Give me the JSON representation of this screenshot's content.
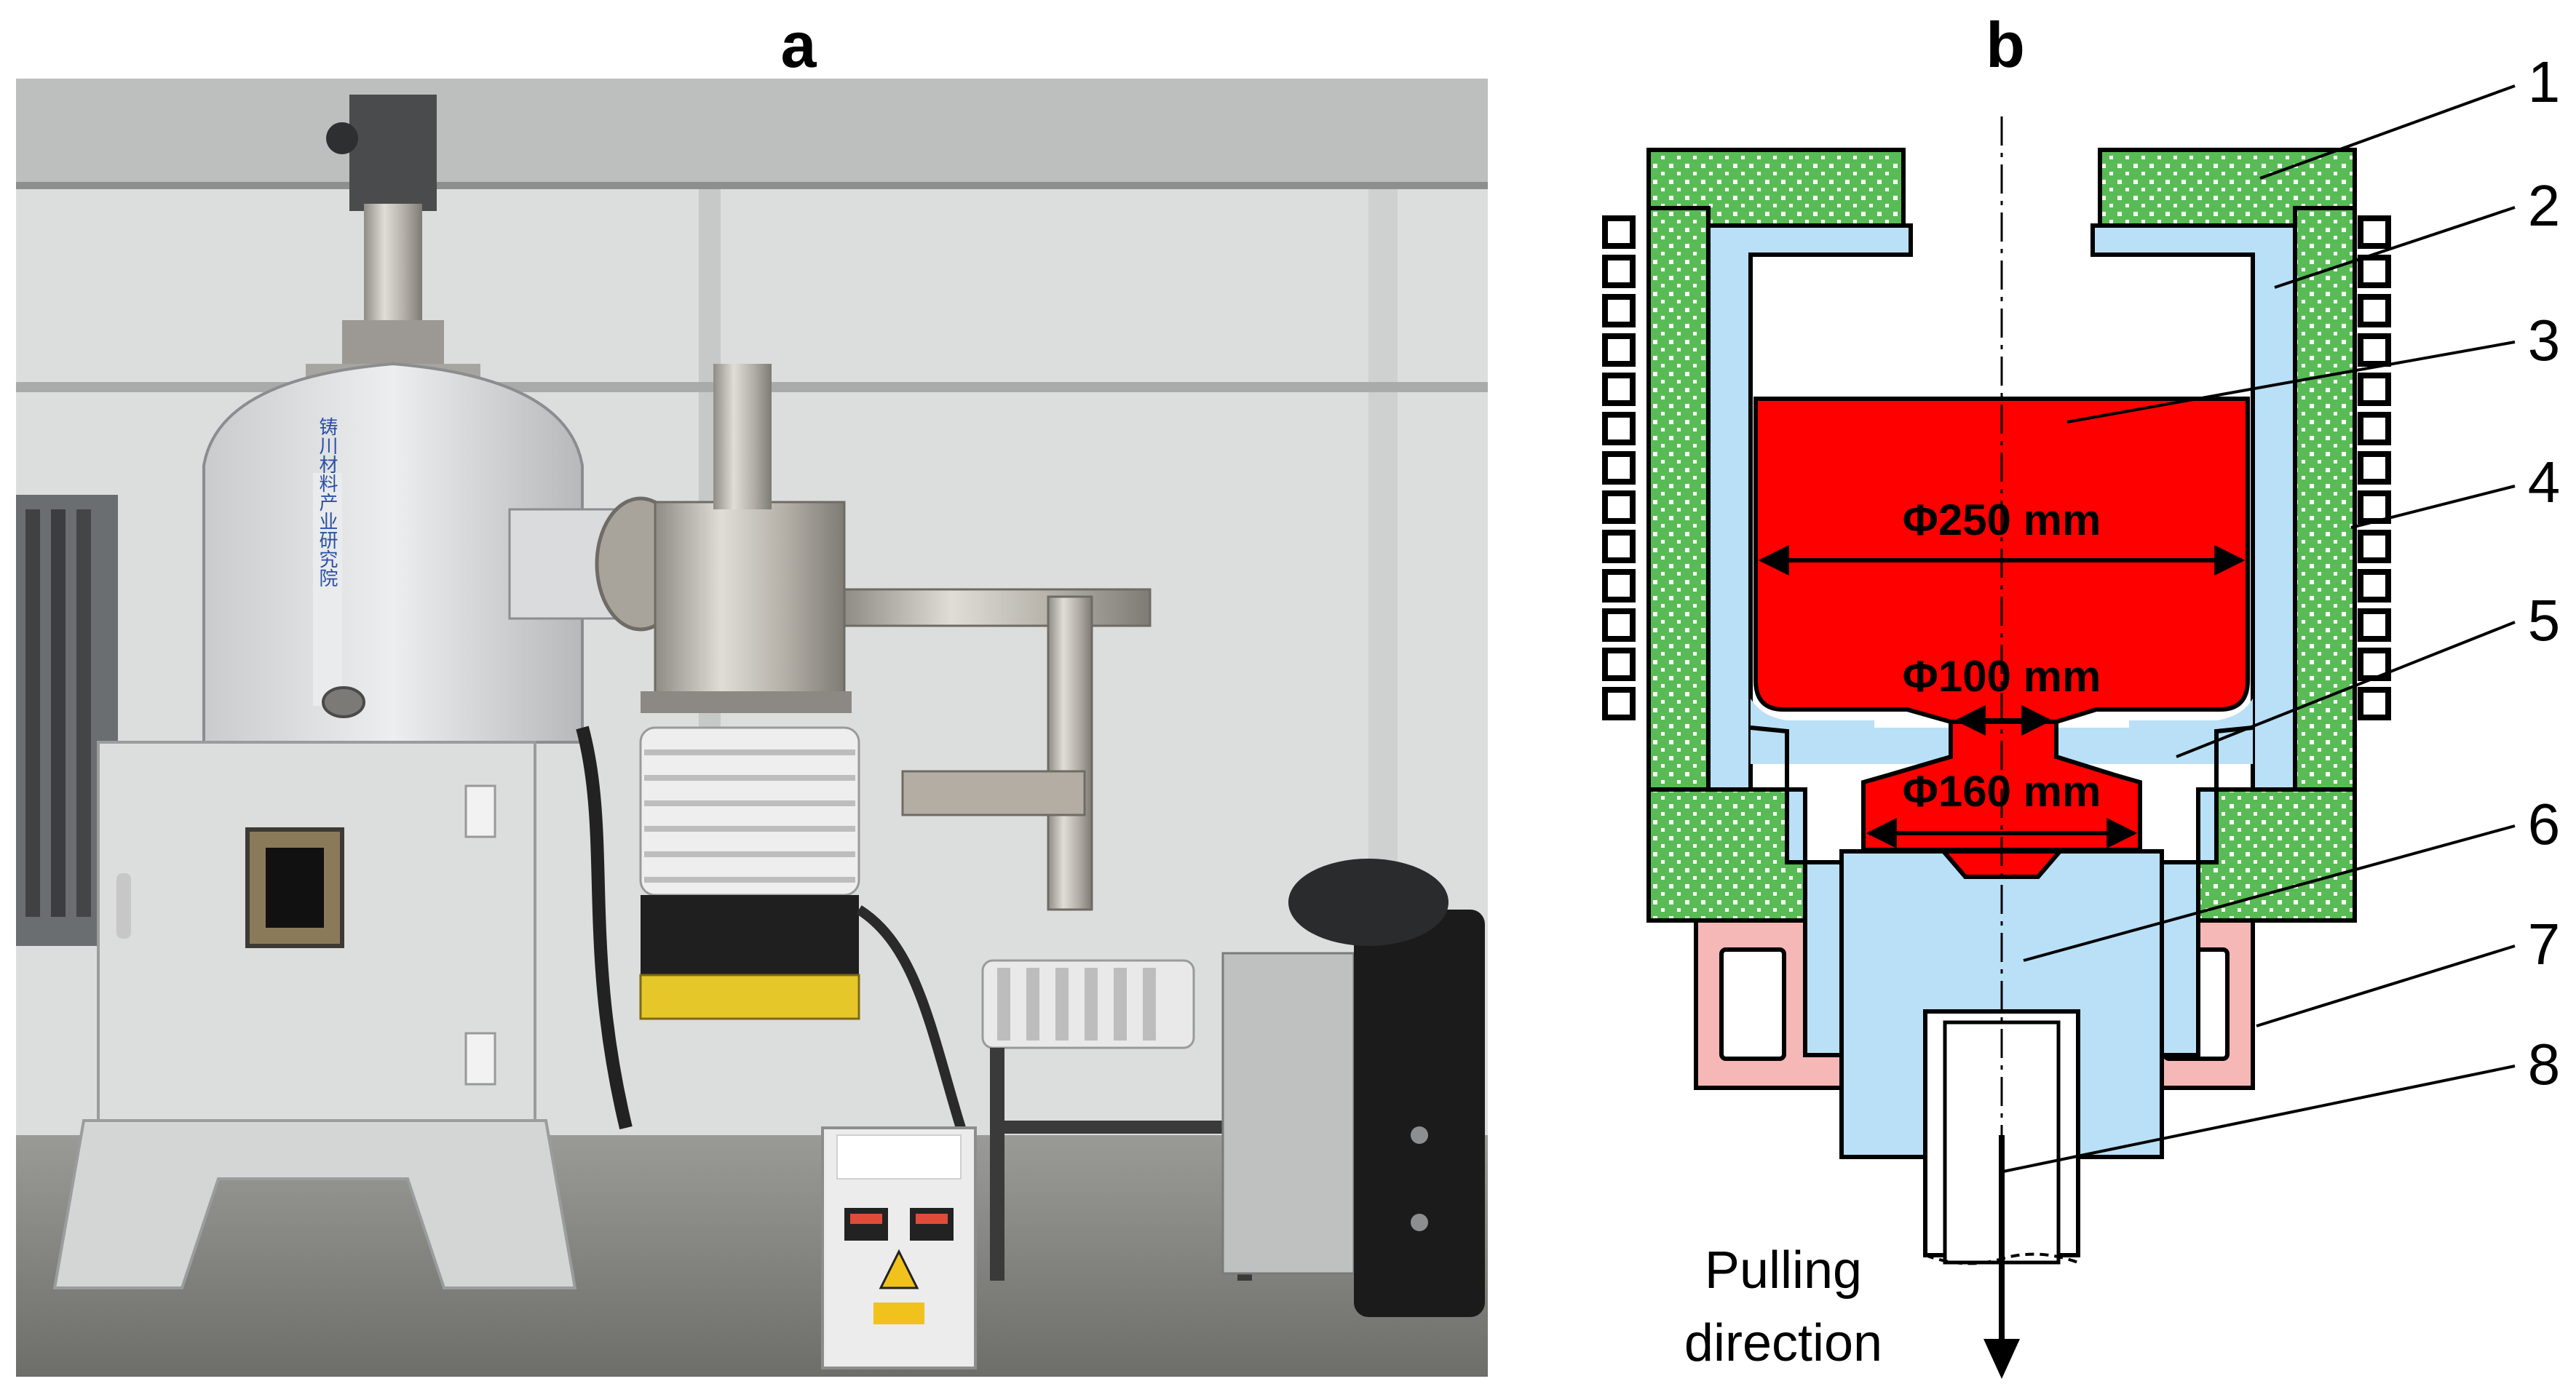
{
  "panels": {
    "a": {
      "letter": "a"
    },
    "b": {
      "letter": "b"
    }
  },
  "diagram": {
    "callouts": [
      "1",
      "2",
      "3",
      "4",
      "5",
      "6",
      "7",
      "8"
    ],
    "dimensions": {
      "d250": "Φ250 mm",
      "d100": "Φ100 mm",
      "d160": "Φ160 mm"
    },
    "pulling": {
      "line1": "Pulling",
      "line2": "direction"
    }
  },
  "equipment_label": "铸川材料产业研究院",
  "colors": {
    "insulation": "#59bb55",
    "crucible": "#b9e0f7",
    "melt": "#ff0000",
    "cooling": "#f6b7b7",
    "coil": "#ffffff",
    "outline": "#000000"
  }
}
